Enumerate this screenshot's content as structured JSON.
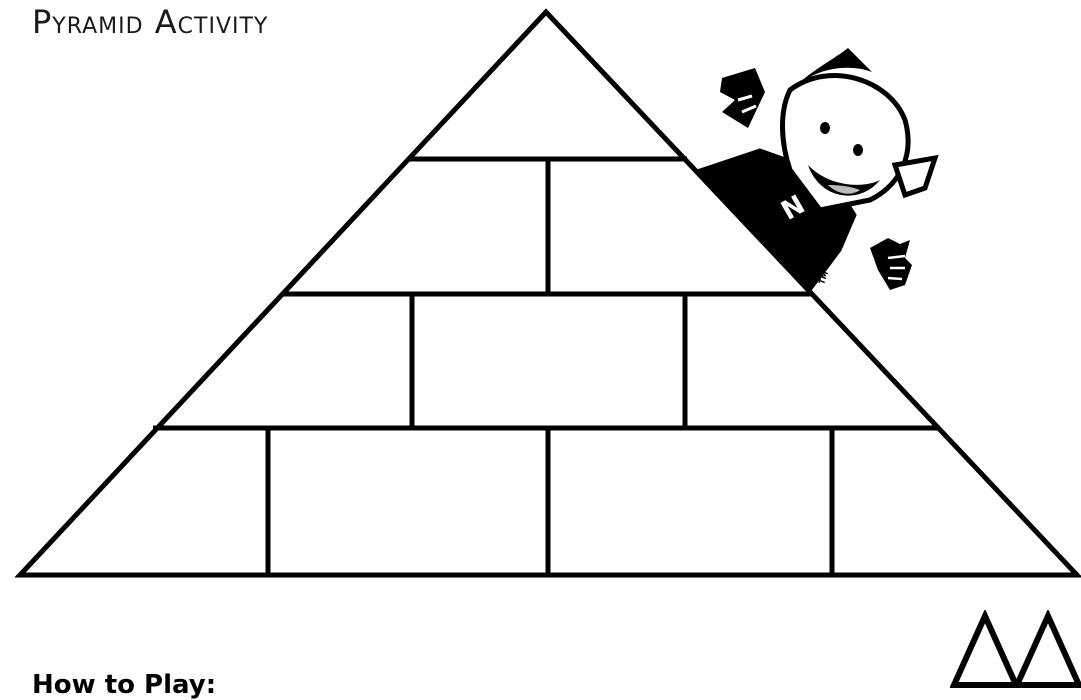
{
  "document": {
    "title": "Pyramid Activity",
    "instructions_heading": "How to Play:"
  },
  "mascot": {
    "shirt_letter": "N",
    "trademark": "TM",
    "icon": "mascot-character"
  },
  "pyramid": {
    "rows": 4,
    "bricks_per_row": [
      1,
      2,
      3,
      4
    ],
    "stroke_color": "#000000",
    "fill_color": "#ffffff"
  },
  "logo": {
    "icon": "double-triangle-logo"
  }
}
